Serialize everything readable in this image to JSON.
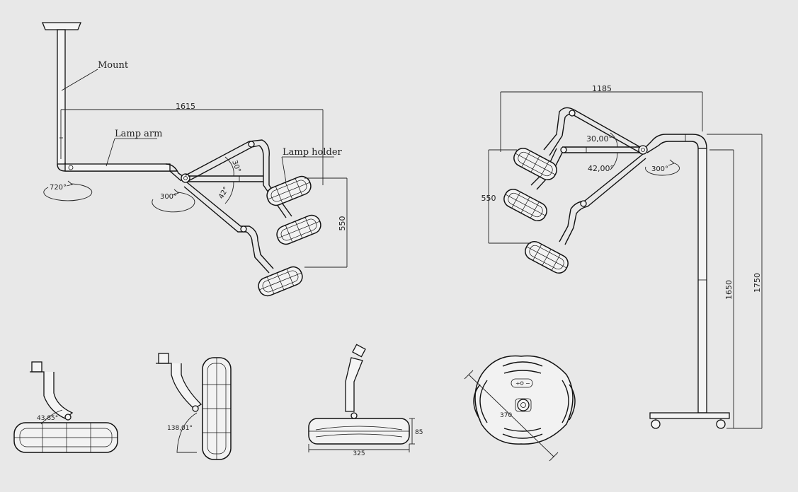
{
  "labels": {
    "mount": "Mount",
    "lamp_arm": "Lamp arm",
    "lamp_holder": "Lamp holder"
  },
  "ceiling_dims": {
    "width": "1615",
    "rot_mount": "720°",
    "rot_arm": "300°",
    "angle_upper": "30°",
    "angle_lower": "42°",
    "height": "550"
  },
  "floor_dims": {
    "width": "1185",
    "angle_upper": "30,00°",
    "angle_lower": "42,00°",
    "rot": "300°",
    "reach": "550",
    "height_arm": "1650",
    "height_total": "1750"
  },
  "detail_dims": {
    "tilt_a": "43,85°",
    "tilt_b": "138,01°",
    "head_height": "85",
    "head_width": "325",
    "head_radius": "370"
  },
  "icons": {
    "plus": "+",
    "minus": "−"
  }
}
